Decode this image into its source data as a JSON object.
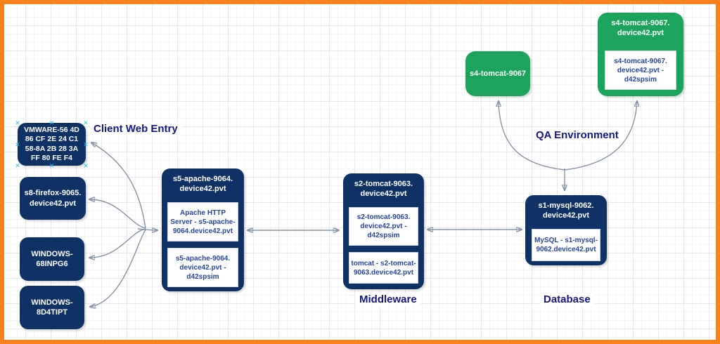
{
  "frame": {
    "border_color": "#F8821D"
  },
  "colors": {
    "node_fill": "#0E3166",
    "node_green_fill": "#1CA35C",
    "edge_stroke": "#8593A6",
    "label_text": "#15158A",
    "inner_text": "#2745A5",
    "selection_handle": "#33BDF2"
  },
  "labels": {
    "client_web_entry": "Client Web Entry",
    "qa_environment": "QA Environment",
    "middleware": "Middleware",
    "database": "Database"
  },
  "nodes": {
    "vmware": {
      "title": "VMWARE-56 4D\n86 CF 2E 24 C1\n58-8A 2B 28 3A\nFF 80 FE F4",
      "selected": true
    },
    "firefox": {
      "title": "s8-firefox-9065.\ndevice42.pvt"
    },
    "windows_68inpg6": {
      "title": "WINDOWS-\n68INPG6"
    },
    "windows_8d4tipt": {
      "title": "WINDOWS-\n8D4TIPT"
    },
    "apache": {
      "title": "s5-apache-9064.\ndevice42.pvt",
      "items": [
        "Apache HTTP\nServer - s5-apache-\n9064.device42.pvt",
        "s5-apache-9064.\ndevice42.pvt -\nd42spsim"
      ]
    },
    "tomcat_middleware": {
      "title": "s2-tomcat-9063.\ndevice42.pvt",
      "items": [
        "s2-tomcat-9063.\ndevice42.pvt -\nd42spsim",
        "tomcat - s2-tomcat-\n9063.device42.pvt"
      ]
    },
    "mysql": {
      "title": "s1-mysql-9062.\ndevice42.pvt",
      "items": [
        "MySQL - s1-mysql-\n9062.device42.pvt"
      ]
    },
    "tomcat_qa_small": {
      "title": "s4-tomcat-9067"
    },
    "tomcat_qa_large": {
      "title": "s4-tomcat-9067.\ndevice42.pvt",
      "items": [
        "s4-tomcat-9067.\ndevice42.pvt -\nd42spsim"
      ]
    }
  }
}
